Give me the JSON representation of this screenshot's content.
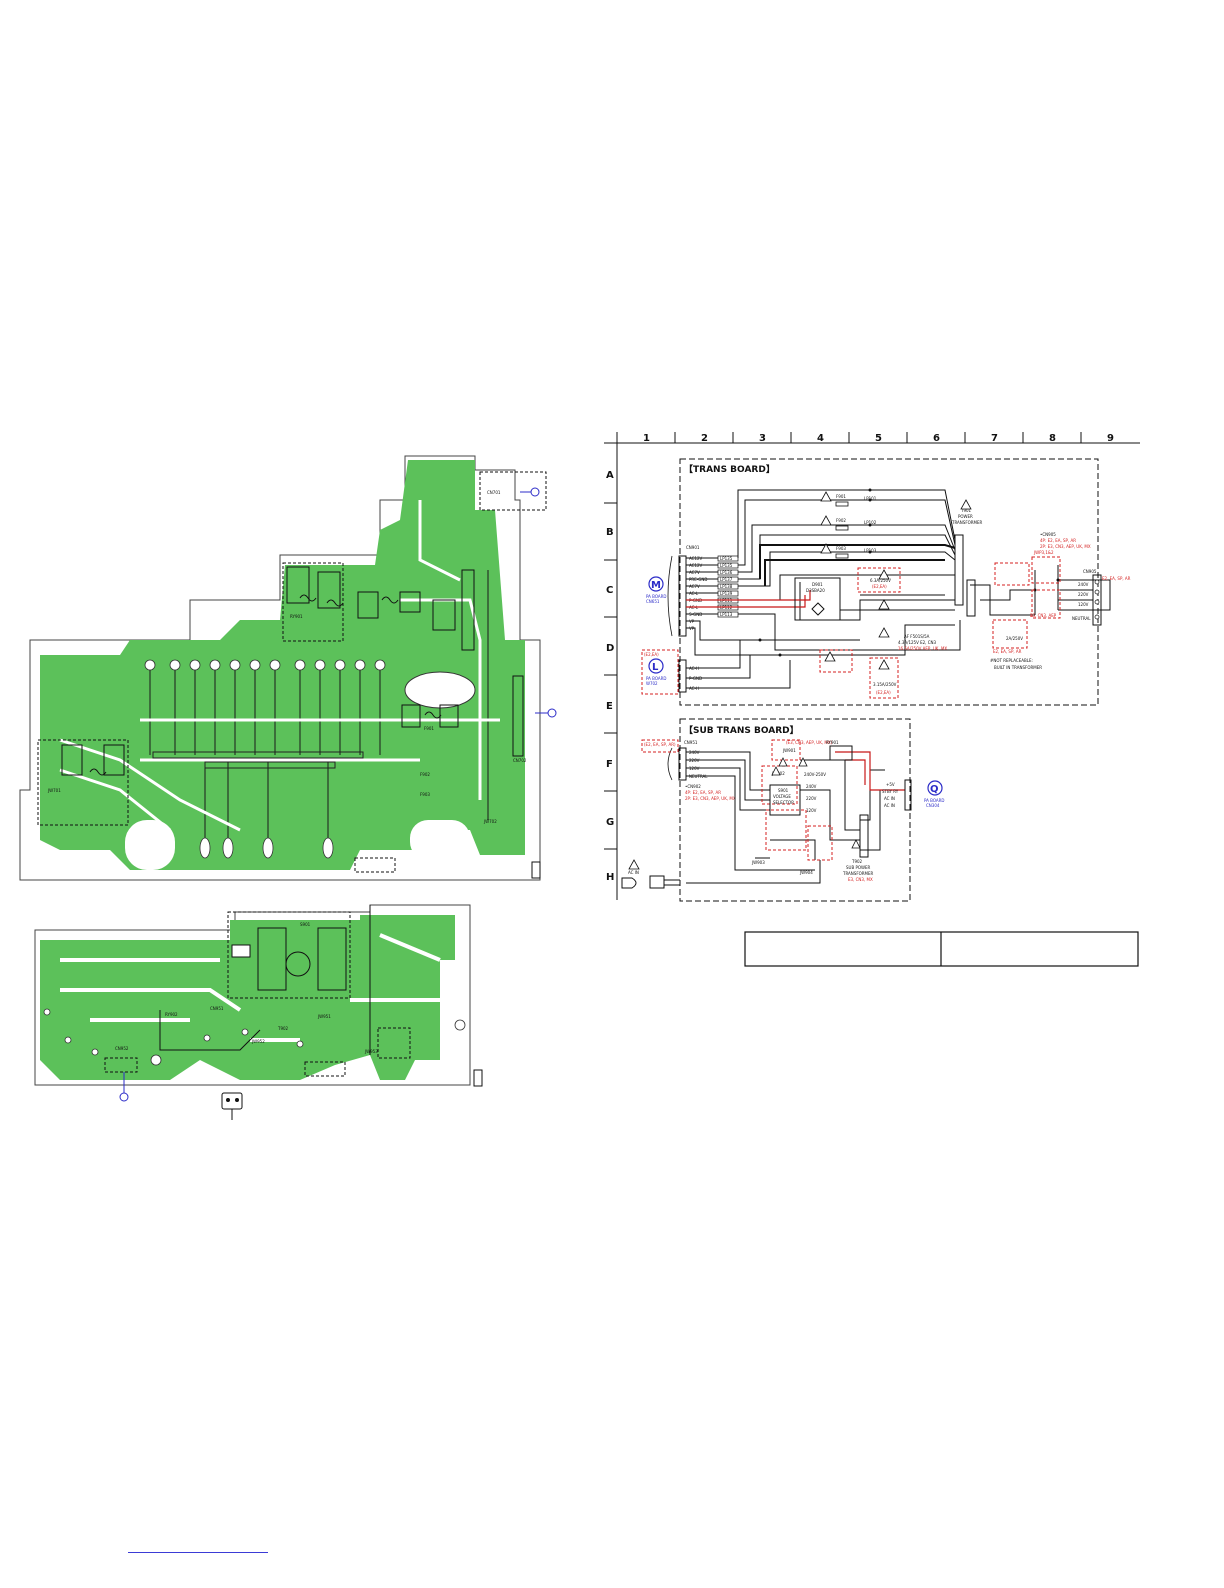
{
  "grid": {
    "columns": [
      "1",
      "2",
      "3",
      "4",
      "5",
      "6",
      "7",
      "8",
      "9"
    ],
    "rows": [
      "A",
      "B",
      "C",
      "D",
      "E",
      "F",
      "G",
      "H"
    ]
  },
  "trans_board": {
    "title": "【TRANS BOARD】",
    "connector_label": "CN901",
    "pins": [
      "AC12V",
      "AC12V",
      "AC7V",
      "PRE-GND",
      "AC7V",
      "AC-L",
      "P-GND",
      "AC-L",
      "S-GND",
      "VP",
      "VP"
    ],
    "link_labels": [
      "LP135",
      "LP135",
      "LP136",
      "LP137",
      "LP138",
      "LP139",
      "LP111",
      "LP112",
      "LP113"
    ],
    "transformer": [
      "T901",
      "POWER",
      "TRANSFORMER"
    ],
    "fuses": [
      "F901",
      "F902",
      "F903"
    ],
    "lp_labels": [
      "LP101",
      "LP102",
      "LP103"
    ],
    "rectifier": [
      "D901",
      "D3SBA20"
    ],
    "board_m": {
      "letter": "M",
      "line1": "PA BOARD",
      "line2": "CN651"
    },
    "board_l": {
      "letter": "L",
      "line1": "PA BOARD",
      "line2": "W702"
    },
    "l_pins": [
      "AC-H",
      "P-GND",
      "AC-H"
    ],
    "red_note_top": [
      "•CN905",
      "4P: E2, EA, SP, AR",
      "2P: E3, CN3, AEP, UK, MX"
    ],
    "red_note_jwp": "JWP3,1&2",
    "voltage_labels": [
      "240V",
      "220V",
      "120V",
      "NEUTRAL"
    ],
    "cn905": "CN905",
    "cn905_note": "E2, EA, SP, AR",
    "fuse_note": [
      "AF F501S/5A",
      "4.3A/125V E2, CN3",
      "16.5A/250V AEP, UK, MX"
    ],
    "fuse_table": [
      "6.3A/250V",
      "2A/250V",
      "3.15A/250V"
    ],
    "note_bottom": [
      "#NOT REPLACEABLE:",
      "BUILT IN TRANSFORMER"
    ],
    "red_box_labels": [
      "(E2,EA)",
      "(E2,EA)",
      "(E2,EA)",
      "E2, EA, SP, AR",
      "E3, CN3, AEP"
    ]
  },
  "sub_trans_board": {
    "title": "【SUB TRANS BOARD】",
    "connector_label": "CN951",
    "pins": [
      "240V",
      "220V",
      "120V",
      "NEUTRAL"
    ],
    "red_note_left": "(E2, EA, SP, AR)",
    "note_left": [
      "•CN902",
      "4P: E2, EA, SP, AR",
      "2P: E3, CN3, AEP, UK, MX"
    ],
    "red_top": "(E3, CN3, AEP, UK, MX)",
    "relay": "RY901",
    "selector": [
      "S901",
      "VOLTAGE",
      "SELECTOR"
    ],
    "voltages": [
      "240V",
      "220V",
      "120V",
      "240V-250V"
    ],
    "sub_transformer": [
      "T902",
      "SUB POWER",
      "TRANSFORMER"
    ],
    "sub_tf_note": "E3, CN3, MX",
    "board_q": {
      "letter": "Q",
      "line1": "PA BOARD",
      "line2": "CN304"
    },
    "q_pins": [
      "+5V",
      "STBY RY",
      "AC IN",
      "AC IN"
    ],
    "ac_in": "AC IN",
    "jw_labels": [
      "JW901",
      "JW902",
      "JW903",
      "JW904"
    ]
  },
  "pcb": {
    "top_labels": [
      "CN701",
      "CN702",
      "F901",
      "F902",
      "F903",
      "RY901",
      "JW701",
      "JW702"
    ],
    "bottom_labels": [
      "S901",
      "RY902",
      "CN951",
      "CN952",
      "T902",
      "JW951",
      "JW952",
      "JW953"
    ]
  },
  "colors": {
    "copper": "#5cc15a",
    "trace_dark": "#1a1a1a",
    "accent_blue": "#2c2cc8",
    "note_red": "#d42020"
  }
}
